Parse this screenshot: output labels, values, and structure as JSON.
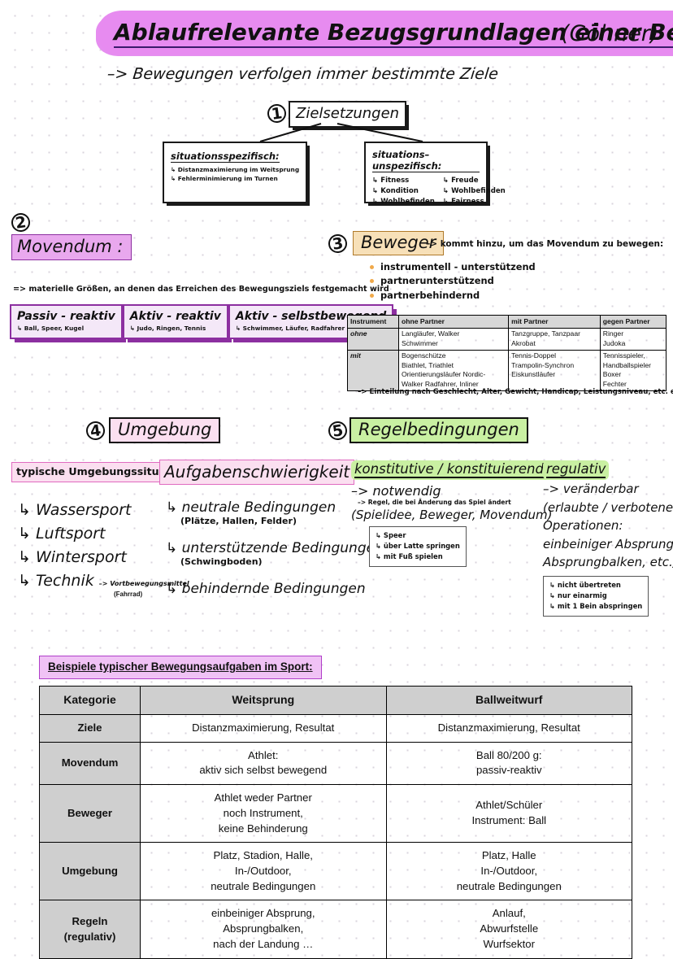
{
  "title": {
    "main": "Ablaufrelevante Bezugsgrundlagen einer Bewegung",
    "author": "(Göhner)",
    "subtitle": "–> Bewegungen verfolgen immer bestimmte Ziele"
  },
  "colors": {
    "title_highlight": "#e78bf0",
    "movendum_highlight": "#e9a8ee",
    "beweger_highlight": "#f7e0b8",
    "umgebung_highlight": "#fbdff0",
    "regel_highlight": "#c9f0a2",
    "bottom_title_highlight": "#f0c2f5",
    "table_header_gray": "#cfcfcf"
  },
  "section1": {
    "number": "1",
    "heading": "Zielsetzungen",
    "left_box": {
      "heading": "situationsspezifisch:",
      "items": [
        "↳ Distanzmaximierung im Weitsprung",
        "↳ Fehlerminimierung im Turnen"
      ]
    },
    "right_box": {
      "heading": "situations–unspezifisch:",
      "col1": [
        "↳ Fitness",
        "↳ Kondition",
        "↳ Wohlbefinden"
      ],
      "col2": [
        "↳ Freude",
        "↳ Wohlbefinden",
        "↳ Fairness"
      ]
    }
  },
  "section2": {
    "number": "2",
    "heading": "Movendum :",
    "definition": "=> materielle Größen, an denen das Erreichen des Bewegungsziels festgemacht wird",
    "boxes": [
      {
        "title": "Passiv - reaktiv",
        "examples": "↳ Ball, Speer, Kugel"
      },
      {
        "title": "Aktiv - reaktiv",
        "examples": "↳ Judo, Ringen, Tennis"
      },
      {
        "title": "Aktiv - selbstbewegend",
        "examples": "↳ Schwimmer, Läufer, Radfahrer"
      }
    ]
  },
  "section3": {
    "number": "3",
    "heading": "Beweger",
    "arrow_text": "–> kommt hinzu, um das Movendum zu bewegen:",
    "bullets": [
      "instrumentell - unterstützend",
      "partnerunterstützend",
      "partnerbehindernd"
    ],
    "table": {
      "headers": [
        "Instrument",
        "ohne Partner",
        "mit Partner",
        "gegen Partner"
      ],
      "rows": [
        {
          "label": "ohne",
          "ohne_partner": [
            "Langläufer, Walker",
            "Schwimmer"
          ],
          "mit_partner": [
            "Tanzgruppe, Tanzpaar",
            "Akrobat"
          ],
          "gegen_partner": [
            "Ringer",
            "Judoka"
          ]
        },
        {
          "label": "mit",
          "ohne_partner": [
            "Bogenschütze",
            "Biathlet, Triathlet",
            "Orientierungsläufer  Nordic-",
            "Walker  Radfahrer, Inliner"
          ],
          "mit_partner": [
            "Tennis-Doppel",
            "Trampolin-Synchron",
            "Eiskunstläufer"
          ],
          "gegen_partner": [
            "Tennisspieler,",
            "Handballspieler",
            "Boxer",
            "Fechter"
          ]
        }
      ]
    },
    "table_note": "–> Einteilung nach Geschlecht, Alter, Gewicht, Handicap, Leistungsniveau, etc.  erfolgt nicht !"
  },
  "section4": {
    "number": "4",
    "heading": "Umgebung",
    "sub1": {
      "title": "typische Umgebungssituationen",
      "items": [
        "↳ Wassersport",
        "↳ Luftsport",
        "↳ Wintersport",
        "↳ Technik"
      ],
      "technik_note": "–> Vortbewegungsmittel",
      "technik_note2": "(Fahrrad)"
    },
    "sub2": {
      "title": "Aufgabenschwierigkeit",
      "items": [
        {
          "main": "↳ neutrale Bedingungen",
          "sub": "(Plätze, Hallen, Felder)"
        },
        {
          "main": "↳ unterstützende Bedingungen",
          "sub": "(Schwingboden)"
        },
        {
          "main": "↳ behindernde Bedingungen",
          "sub": ""
        }
      ]
    }
  },
  "section5": {
    "number": "5",
    "heading": "Regelbedingungen",
    "col1": {
      "title": "konstitutive / konstituierende",
      "line1": "–> notwendig",
      "line2": "–> Regel, die bei Änderung das Spiel ändert",
      "line3": "(Spielidee, Beweger, Movendum)",
      "box": [
        "↳ Speer",
        "↳ über Latte springen",
        "↳ mit Fuß spielen"
      ]
    },
    "col2": {
      "title": "regulativ",
      "lines": [
        "–> veränderbar",
        "(erlaubte / verbotene",
        "Operationen:",
        "einbeiniger Absprung,",
        "Absprungbalken, etc.)"
      ],
      "box": [
        "↳ nicht übertreten",
        "↳ nur einarmig",
        "↳ mit 1 Bein abspringen"
      ]
    }
  },
  "bottom": {
    "title": "Beispiele typischer Bewegungsaufgaben im Sport:",
    "headers": [
      "Kategorie",
      "Weitsprung",
      "Ballweitwurf"
    ],
    "rows": [
      {
        "category": "Ziele",
        "weitsprung": [
          "Distanzmaximierung, Resultat"
        ],
        "ballweitwurf": [
          "Distanzmaximierung, Resultat"
        ]
      },
      {
        "category": "Movendum",
        "weitsprung": [
          "Athlet:",
          "aktiv sich selbst bewegend"
        ],
        "ballweitwurf": [
          "Ball  80/200 g:",
          "passiv-reaktiv"
        ]
      },
      {
        "category": "Beweger",
        "weitsprung": [
          "Athlet weder Partner",
          "noch Instrument,",
          "keine Behinderung"
        ],
        "ballweitwurf": [
          "Athlet/Schüler",
          "Instrument: Ball"
        ]
      },
      {
        "category": "Umgebung",
        "weitsprung": [
          "Platz, Stadion, Halle,",
          "In-/Outdoor,",
          "neutrale Bedingungen"
        ],
        "ballweitwurf": [
          "Platz, Halle",
          "In-/Outdoor,",
          "neutrale Bedingungen"
        ]
      },
      {
        "category": "Regeln\n(regulativ)",
        "category_lines": [
          "Regeln",
          "(regulativ)"
        ],
        "weitsprung": [
          "einbeiniger Absprung,",
          "Absprungbalken,",
          "nach der Landung …"
        ],
        "ballweitwurf": [
          "Anlauf,",
          "Abwurfstelle",
          "Wurfsektor"
        ]
      }
    ]
  }
}
